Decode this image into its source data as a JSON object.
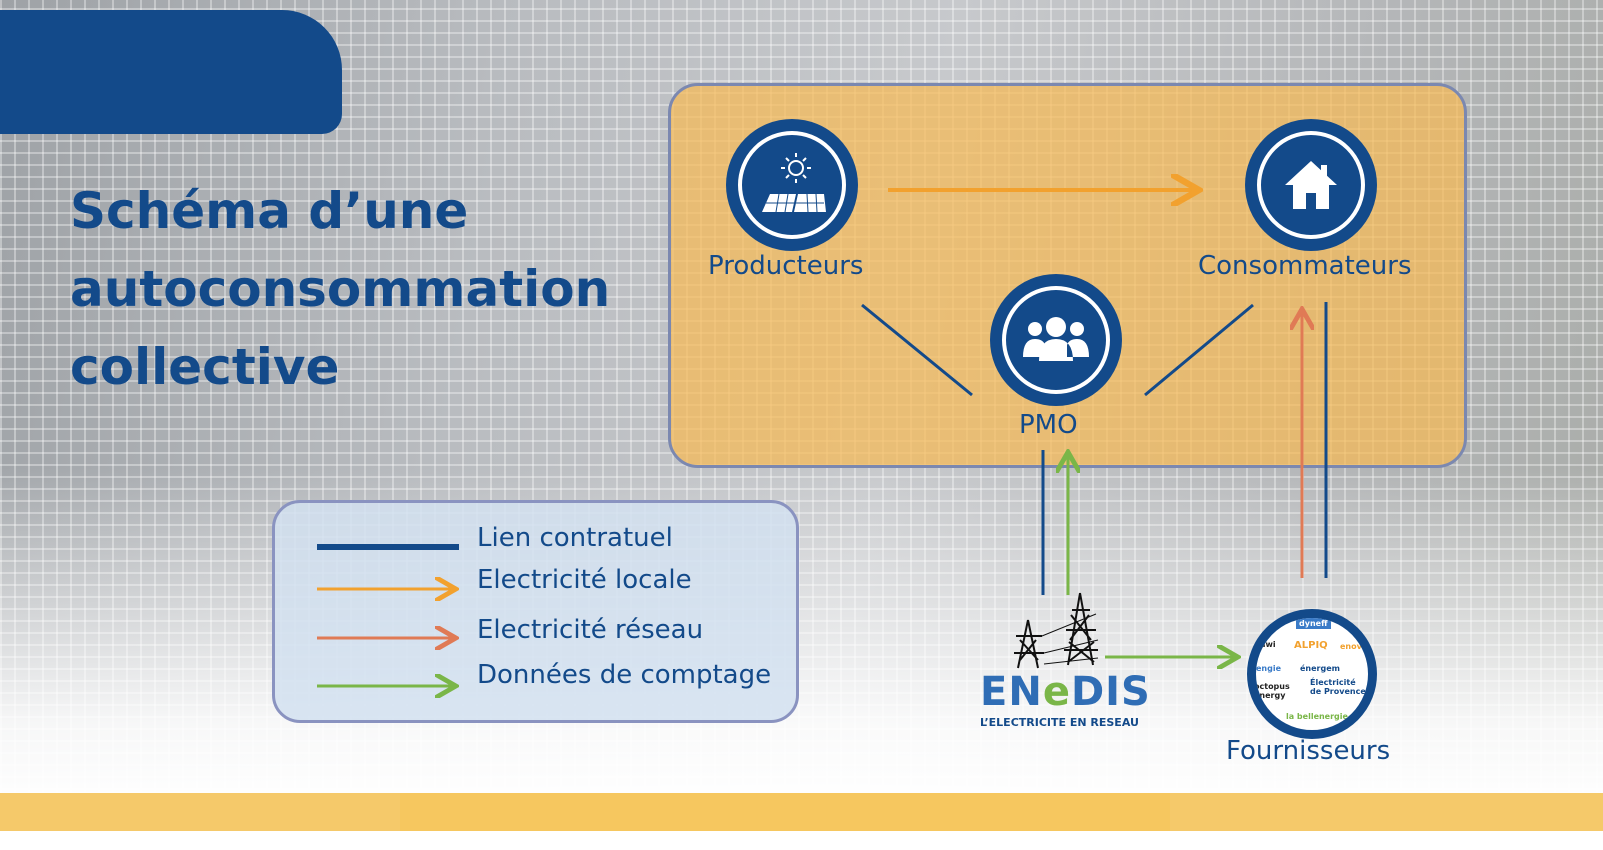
{
  "title": "Schéma d’une autoconsommation collective",
  "title_lines": [
    "Schéma d’une",
    "autoconsommation",
    "collective"
  ],
  "nodes": {
    "producteurs": "Producteurs",
    "consommateurs": "Consommateurs",
    "pmo": "PMO",
    "fournisseurs": "Fournisseurs"
  },
  "enedis": {
    "logo": "ENEDIS",
    "tagline": "L’ELECTRICITE EN RESEAU"
  },
  "fournisseurs_logos": [
    "dyneff",
    "ekiwi",
    "ALPIQ",
    "enovos",
    "engie",
    "énergem",
    "octopus energy",
    "Électricité de Provence",
    "la bellenergie"
  ],
  "legend": [
    {
      "label": "Lien contratuel",
      "color": "#134a8a",
      "style": "line"
    },
    {
      "label": "Electricité locale",
      "color": "#f2a12e",
      "style": "arrow"
    },
    {
      "label": "Electricité réseau",
      "color": "#e07a55",
      "style": "arrow"
    },
    {
      "label": "Données de comptage",
      "color": "#7ab648",
      "style": "arrow"
    }
  ],
  "colors": {
    "brand": "#134a8a",
    "box": "#f7ba54",
    "band": "#f5c96a"
  }
}
